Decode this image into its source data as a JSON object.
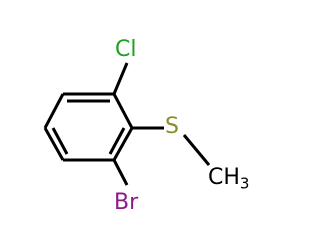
{
  "molecule": {
    "atoms": {
      "chlorine": {
        "label": "Cl",
        "color": "#1FA01F"
      },
      "sulfur": {
        "label": "S",
        "color": "#8C8C2A"
      },
      "bromine": {
        "label": "Br",
        "color": "#8B1A8B"
      },
      "methyl": {
        "label": "CH",
        "subscript": "3",
        "color": "#000000"
      }
    },
    "bond_color": "#000000"
  }
}
